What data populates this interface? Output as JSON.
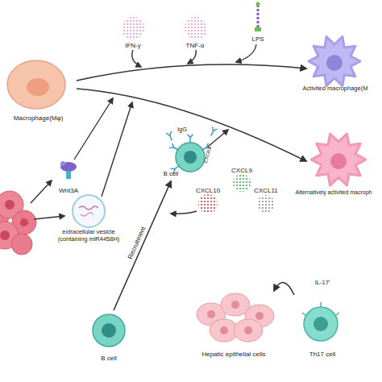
{
  "diagram": {
    "nodes": [
      {
        "text": [
          "Macrophage(Mφ)"
        ]
      },
      {
        "text": [
          "Activited macrophage(M"
        ]
      },
      {
        "text": [
          "Alternatively activited macroph"
        ]
      },
      {
        "text": [
          "Wnt3A"
        ]
      },
      {
        "text": [
          "extracellular vesicle (containing miR4458H)"
        ]
      },
      {
        "text": [
          "IgG",
          "CXCR3",
          "B cell"
        ]
      },
      {
        "text": [
          "B cell"
        ]
      },
      {
        "text": [
          "Hepatic epithelial cells"
        ]
      },
      {
        "text": [
          "IL-17'",
          "Th17 cell"
        ]
      }
    ],
    "edges": [
      {
        "from": 0,
        "to": 1,
        "arrow": "to"
      },
      {
        "from": 0,
        "to": 2,
        "arrow": "to"
      },
      {
        "from": 6,
        "to": 5,
        "label": "Recruitment",
        "arrow": "to"
      },
      {
        "from": 8,
        "to": 7,
        "arrow": "to"
      }
    ],
    "labels": [
      "IFN-γ",
      "TNF-α",
      "LPS",
      "CXCL9",
      "CXCL10",
      "CXCL11"
    ]
  }
}
